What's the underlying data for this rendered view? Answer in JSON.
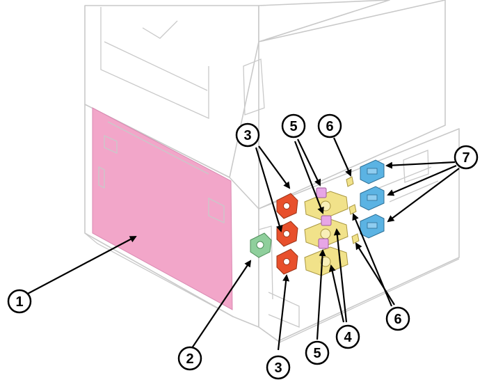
{
  "colors": {
    "panel": "#f2a6c9",
    "lever_red": "#e8502c",
    "knob_yellow": "#f1e28a",
    "clip_pink": "#e7a6e6",
    "lever_blue": "#5bb3e3",
    "lever_green": "#8fcf9c",
    "outline": "#c9c9c9"
  },
  "callouts": [
    {
      "id": "c1",
      "label": "1"
    },
    {
      "id": "c2",
      "label": "2"
    },
    {
      "id": "c3a",
      "label": "3"
    },
    {
      "id": "c3b",
      "label": "3"
    },
    {
      "id": "c4",
      "label": "4"
    },
    {
      "id": "c5a",
      "label": "5"
    },
    {
      "id": "c5b",
      "label": "5"
    },
    {
      "id": "c6a",
      "label": "6"
    },
    {
      "id": "c6b",
      "label": "6"
    },
    {
      "id": "c7",
      "label": "7"
    }
  ]
}
